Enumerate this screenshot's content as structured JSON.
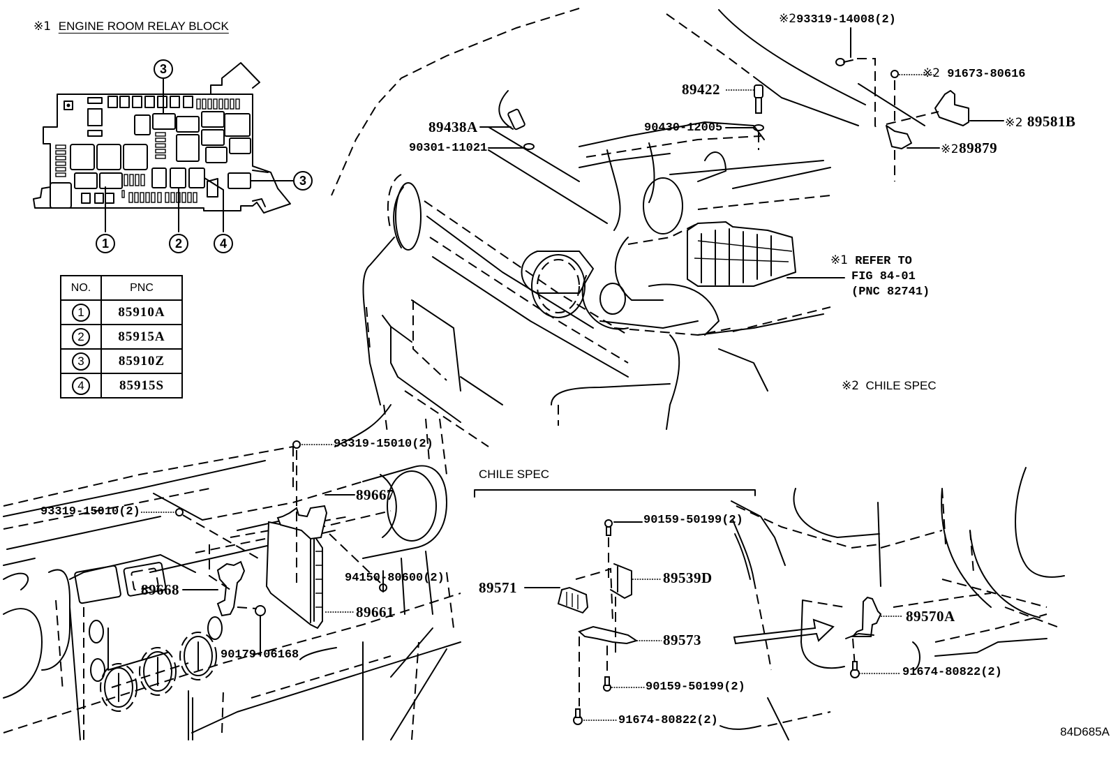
{
  "diagram": {
    "relay_block": {
      "mark": "※1",
      "title": "ENGINE ROOM RELAY BLOCK",
      "callouts": [
        "3",
        "3",
        "1",
        "2",
        "4"
      ]
    },
    "pnc_table": {
      "headers": {
        "no": "NO.",
        "pnc": "PNC"
      },
      "rows": [
        {
          "no": "1",
          "pnc": "85910A"
        },
        {
          "no": "2",
          "pnc": "85915A"
        },
        {
          "no": "3",
          "pnc": "85910Z"
        },
        {
          "no": "4",
          "pnc": "85915S"
        }
      ]
    },
    "engine_labels": {
      "p93319_14008": {
        "mark": "※2",
        "text": "93319-14008(2)"
      },
      "p91673_80616": {
        "mark": "※2",
        "text": "91673-80616"
      },
      "p89581B": {
        "mark": "※2",
        "text": "89581B"
      },
      "p89879": {
        "mark": "※2",
        "text": "89879"
      },
      "p89422": "89422",
      "p89438A": "89438A",
      "p90430_12005": "90430-12005",
      "p90301_11021": "90301-11021",
      "refer": {
        "mark": "※1",
        "line1": "REFER TO",
        "line2": "FIG 84-01",
        "line3": "(PNC 82741)"
      },
      "note2": {
        "mark": "※2",
        "text": "CHILE SPEC"
      }
    },
    "dash_labels": {
      "p93319_15010_top": "93319-15010(2)",
      "p93319_15010_left": "93319-15010(2)",
      "p89667": "89667",
      "p94150_80600": "94150-80600(2)",
      "p89668": "89668",
      "p89661": "89661",
      "p90179_06168": "90179-06168"
    },
    "chile_spec": {
      "heading": "CHILE SPEC",
      "p90159_50199_top": "90159-50199(2)",
      "p89539D": "89539D",
      "p89571": "89571",
      "p89573": "89573",
      "p90159_50199_bottom": "90159-50199(2)",
      "p91674_80822": "91674-80822(2)"
    },
    "wheel_area": {
      "p89570A": "89570A",
      "p91674_80822": "91674-80822(2)"
    },
    "illustration_code": "84D685A"
  }
}
